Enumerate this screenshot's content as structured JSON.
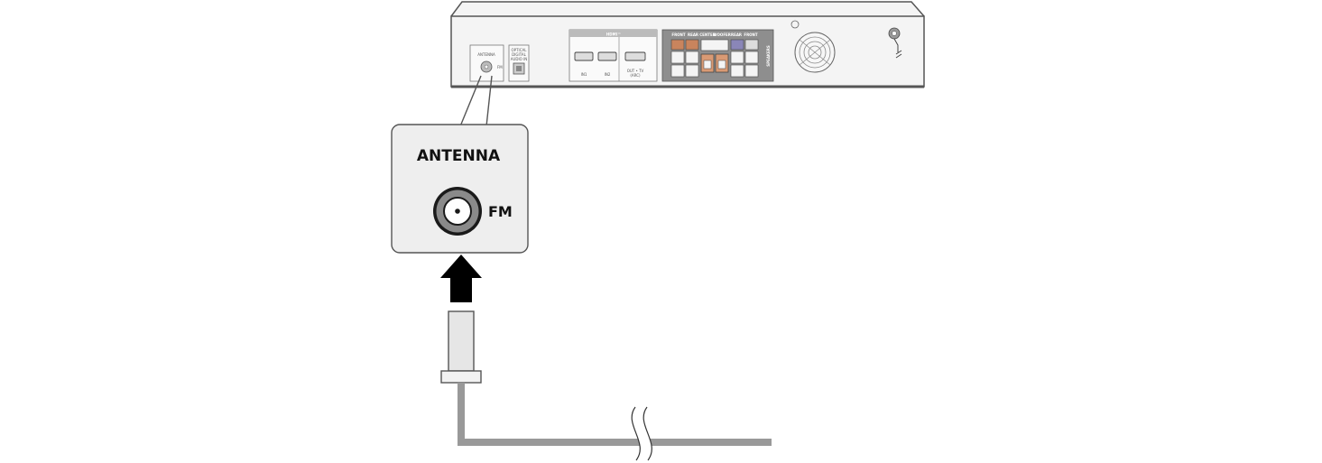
{
  "device": {
    "antenna_label": "ANTENNA",
    "fm_label": "FM",
    "optical_label_1": "OPTICAL",
    "optical_label_2": "DIGITAL",
    "optical_label_3": "AUDIO IN",
    "hdmi_logo": "HDMI™",
    "hdmi_in1": "IN1",
    "hdmi_in2": "IN2",
    "hdmi_out_1": "OUT • TV",
    "hdmi_out_2": "(ARC)",
    "sp_front_r": "FRONT",
    "sp_rear_r": "REAR",
    "sp_center": "CENTER",
    "sp_woofer": "WOOFER",
    "sp_rear_l": "REAR",
    "sp_front_l": "FRONT",
    "speakers_label": "SPEAKERS"
  },
  "callout": {
    "title": "ANTENNA",
    "jack_label": "FM"
  },
  "colors": {
    "outline": "#555555",
    "panel_fill": "#eeeeee",
    "jack_ring": "#8a8a8a",
    "arrow": "#000000",
    "cable": "#999999"
  }
}
